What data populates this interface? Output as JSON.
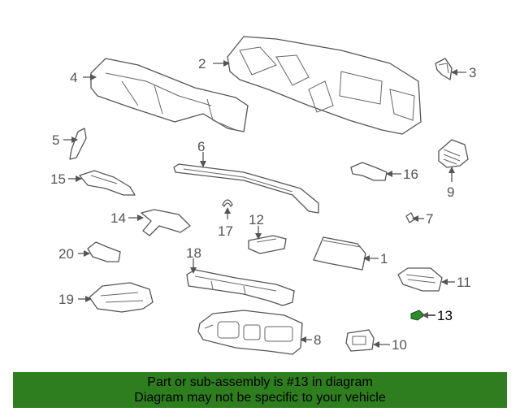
{
  "callouts": {
    "c1": "1",
    "c2": "2",
    "c3": "3",
    "c4": "4",
    "c5": "5",
    "c6": "6",
    "c7": "7",
    "c8": "8",
    "c9": "9",
    "c10": "10",
    "c11": "11",
    "c12": "12",
    "c13": "13",
    "c14": "14",
    "c15": "15",
    "c16": "16",
    "c17": "17",
    "c18": "18",
    "c19": "19",
    "c20": "20"
  },
  "highlight_color": "#2e8b2e",
  "banner": {
    "line1": "Part or sub-assembly is #13 in diagram",
    "line2": "Diagram may not be specific to your vehicle",
    "color": "#2e7d1e"
  }
}
